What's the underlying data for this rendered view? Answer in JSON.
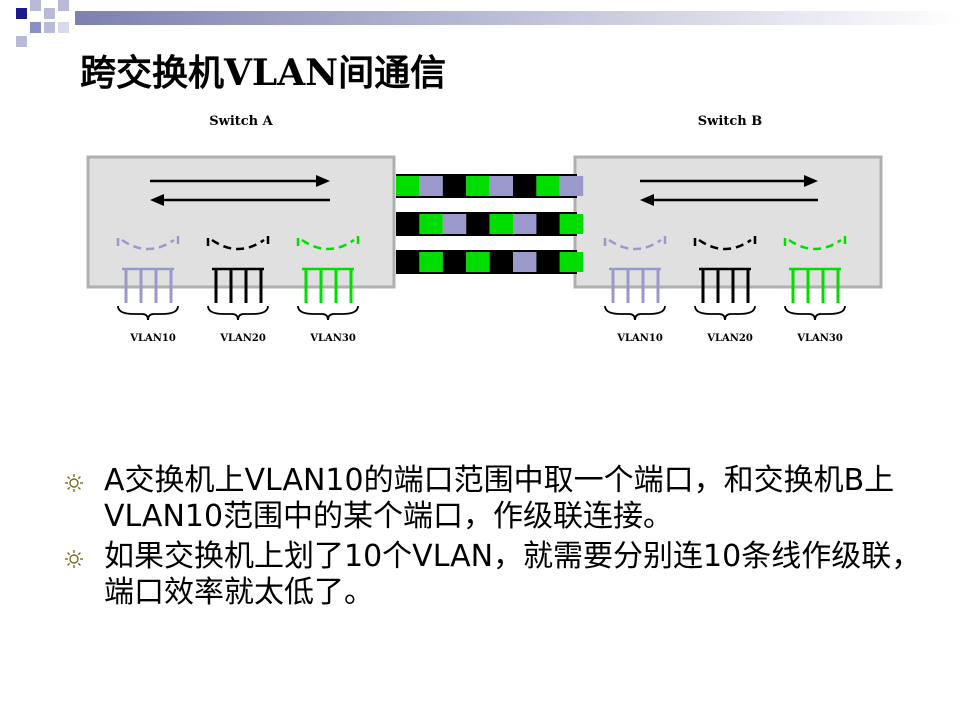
{
  "slide": {
    "title": "跨交换机VLAN间通信"
  },
  "diagram": {
    "switch_a_label": "Switch A",
    "switch_b_label": "Switch B",
    "switch_a_vlans": [
      "VLAN10",
      "VLAN20",
      "VLAN30"
    ],
    "switch_b_vlans": [
      "VLAN10",
      "VLAN20",
      "VLAN30"
    ],
    "colors": {
      "vlan10": "#9999cc",
      "vlan20": "#000000",
      "vlan30": "#00dd00",
      "switch_fill": "#e0e0e0",
      "switch_border": "#b0b0b0"
    }
  },
  "bullets": [
    {
      "text": "A交换机上VLAN10的端口范围中取一个端口，和交换机B上VLAN10范围中的某个端口，作级联连接。"
    },
    {
      "text": "如果交换机上划了10个VLAN，就需要分别连10条线作级联，端口效率就太低了。"
    }
  ]
}
